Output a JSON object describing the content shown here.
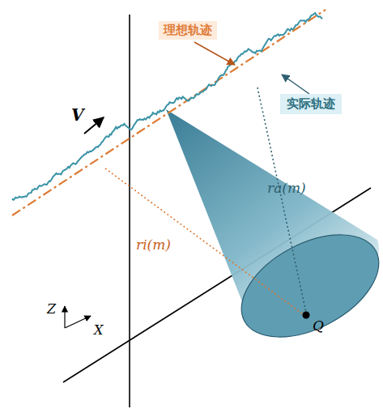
{
  "diagram": {
    "nodes": [
      {
        "text": [
          "理想轨迹"
        ]
      },
      {
        "text": [
          "实际轨迹"
        ]
      }
    ],
    "labels": [
      "V",
      "ra(m)",
      "ri(m)",
      "Z",
      "X",
      "Q"
    ]
  }
}
